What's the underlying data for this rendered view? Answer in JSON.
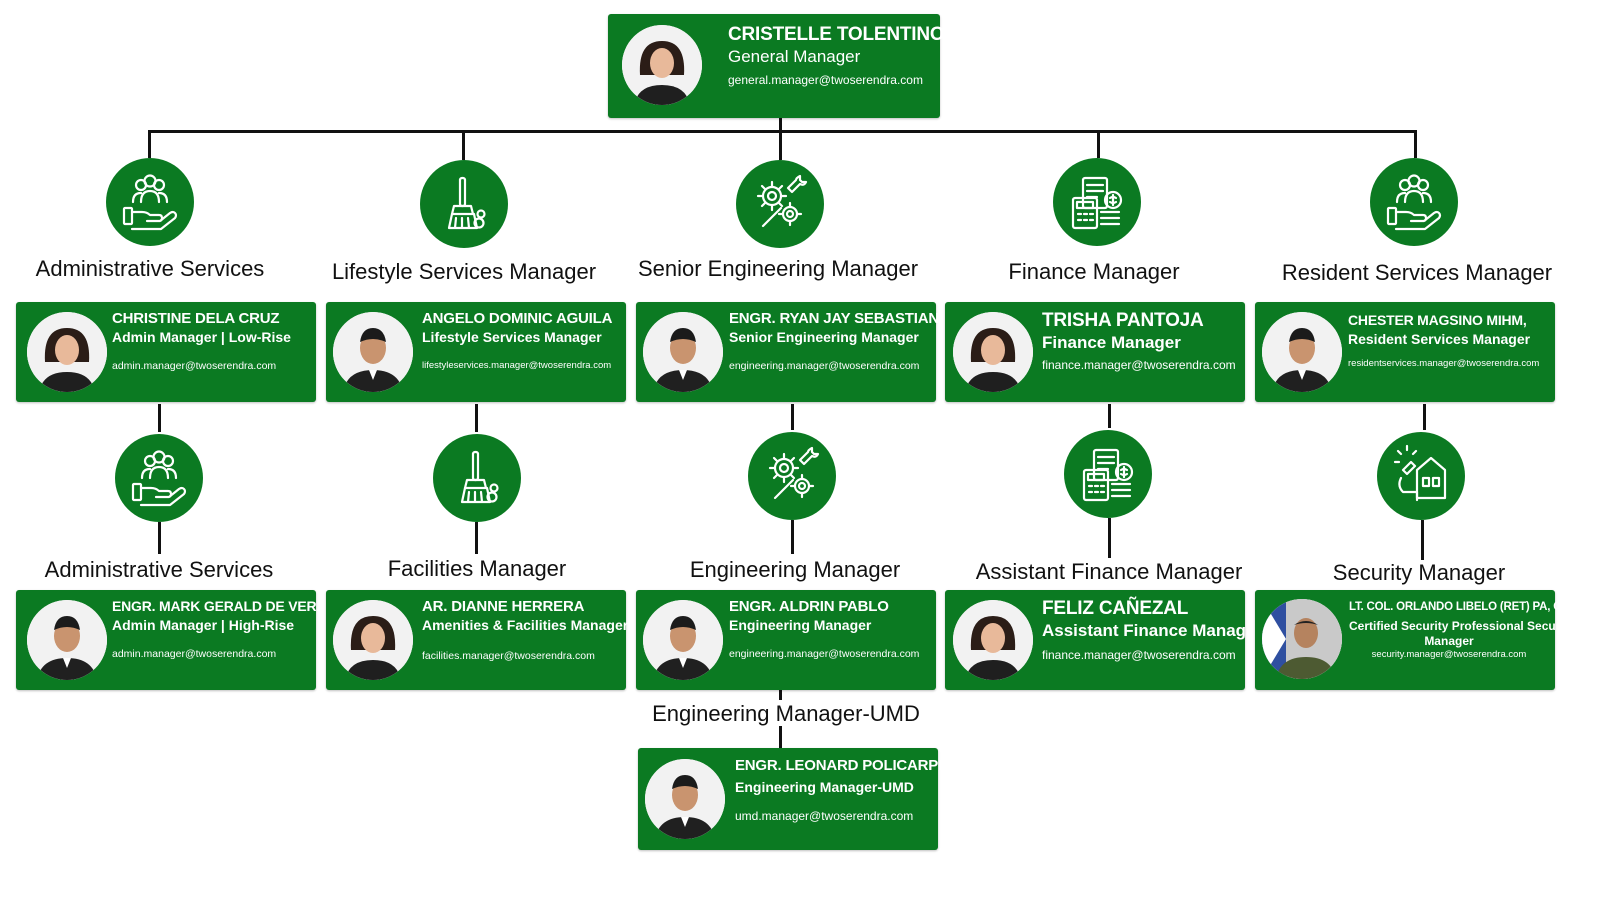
{
  "general_manager": {
    "name": "CRISTELLE TOLENTINO",
    "role": "General Manager",
    "email": "general.manager@twoserendra.com"
  },
  "branches": [
    {
      "key": "admin",
      "department": "Administrative Services",
      "icon": "people-hand-icon",
      "head": {
        "name": "CHRISTINE DELA CRUZ",
        "role": "Admin Manager  |  Low-Rise",
        "email": "admin.manager@twoserendra.com"
      },
      "sub_department": "Administrative Services",
      "sub_icon": "people-hand-icon",
      "sub": {
        "name": "ENGR. MARK GERALD DE VERA",
        "role": "Admin Manager  |  High-Rise",
        "email": "admin.manager@twoserendra.com"
      }
    },
    {
      "key": "lifestyle",
      "department": "Lifestyle Services Manager",
      "icon": "broom-icon",
      "head": {
        "name": "ANGELO DOMINIC AGUILA",
        "role": "Lifestyle Services Manager",
        "email": "lifestyleservices.manager@twoserendra.com"
      },
      "sub_department": "Facilities Manager",
      "sub_icon": "broom-icon",
      "sub": {
        "name": "AR. DIANNE HERRERA",
        "role": "Amenities & Facilities Manager",
        "email": "facilities.manager@twoserendra.com"
      }
    },
    {
      "key": "engineering",
      "department": "Senior Engineering Manager",
      "icon": "gear-wrench-icon",
      "head": {
        "name": "ENGR. RYAN JAY SEBASTIAN",
        "role": "Senior Engineering Manager",
        "email": "engineering.manager@twoserendra.com"
      },
      "sub_department": "Engineering Manager",
      "sub_icon": "gear-wrench-icon",
      "sub": {
        "name": "ENGR. ALDRIN PABLO",
        "role": "Engineering Manager",
        "email": "engineering.manager@twoserendra.com"
      },
      "sub2_department": "Engineering Manager-UMD",
      "sub2": {
        "name": "ENGR. LEONARD POLICARPIO",
        "role": "Engineering Manager-UMD",
        "email": "umd.manager@twoserendra.com"
      }
    },
    {
      "key": "finance",
      "department": "Finance Manager",
      "icon": "calculator-icon",
      "head": {
        "name": "TRISHA PANTOJA",
        "role": "Finance Manager",
        "email": "finance.manager@twoserendra.com"
      },
      "sub_department": "Assistant Finance Manager",
      "sub_icon": "calculator-icon",
      "sub": {
        "name": "FELIZ CAÑEZAL",
        "role": "Assistant Finance Manager",
        "email": "finance.manager@twoserendra.com"
      }
    },
    {
      "key": "resident",
      "department": "Resident Services Manager",
      "icon": "people-hand-icon",
      "head": {
        "name": "CHESTER MAGSINO MIHM,",
        "role": "Resident Services Manager",
        "email": "residentservices.manager@twoserendra.com"
      },
      "sub_department": "Security Manager",
      "sub_icon": "house-repair-icon",
      "sub": {
        "name": "LT. COL. ORLANDO LIBELO (RET) PA, CSP",
        "role": "Certified Security Professional Security",
        "role_line2": "Manager",
        "email": "security.manager@twoserendra.com"
      }
    }
  ],
  "colors": {
    "brand_green": "#0b7a22",
    "line": "#111111",
    "text": "#111111"
  }
}
